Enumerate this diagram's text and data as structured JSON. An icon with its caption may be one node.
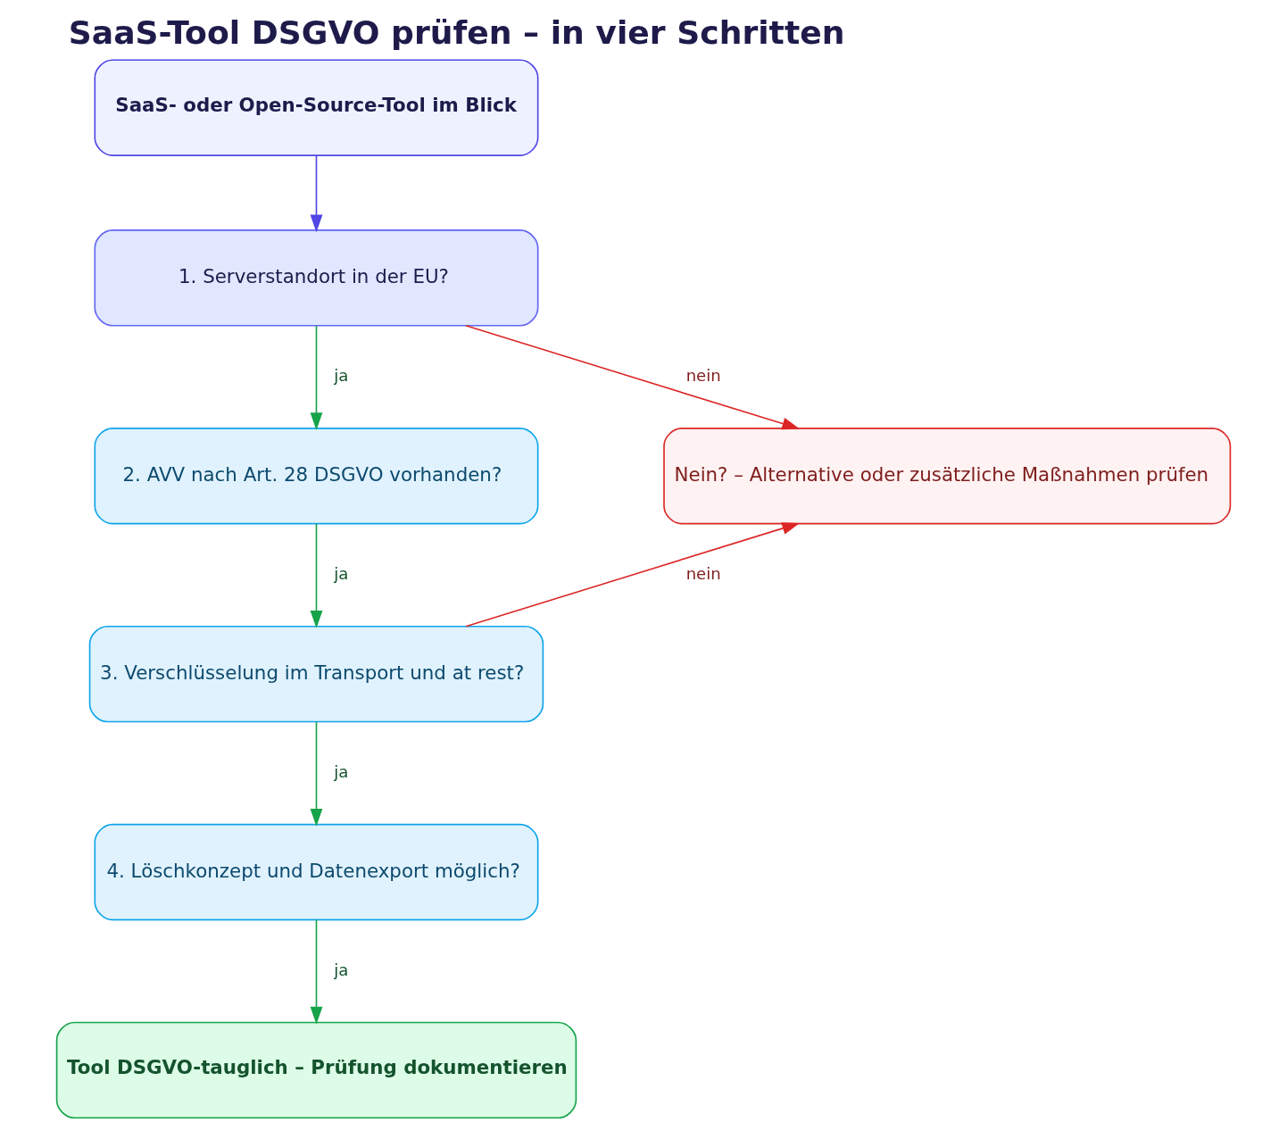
{
  "diagram": {
    "title": "SaaS-Tool DSGVO prüfen – in vier Schritten",
    "nodes": [
      {
        "text": [
          "SaaS- oder Open-Source-Tool im Blick"
        ]
      },
      {
        "text": [
          "1. Serverstandort in der EU?"
        ]
      },
      {
        "text": [
          "2. AVV nach Art. 28 DSGVO vorhanden?"
        ]
      },
      {
        "text": [
          "3. Verschlüsselung im Transport und at rest?"
        ]
      },
      {
        "text": [
          "4. Löschkonzept und Datenexport möglich?"
        ]
      },
      {
        "text": [
          "Tool DSGVO-tauglich – Prüfung dokumentieren"
        ]
      },
      {
        "text": [
          "Nein? – Alternative oder zusätzliche Maßnahmen prüfen"
        ]
      }
    ],
    "edges": [
      {
        "from": 0,
        "to": 1,
        "arrow": "to",
        "color": "#4f46e5"
      },
      {
        "from": 1,
        "to": 2,
        "arrow": "to",
        "label": "ja"
      },
      {
        "from": 1,
        "to": 6,
        "arrow": "to",
        "label": "nein",
        "color": "#dc2626"
      },
      {
        "from": 2,
        "to": 3,
        "arrow": "to",
        "label": "ja"
      },
      {
        "from": 3,
        "to": 6,
        "arrow": "to",
        "label": "nein",
        "color": "#dc2626"
      },
      {
        "from": 3,
        "to": 4,
        "arrow": "to",
        "label": "ja"
      },
      {
        "from": 4,
        "to": 5,
        "arrow": "to",
        "label": "ja"
      }
    ]
  }
}
